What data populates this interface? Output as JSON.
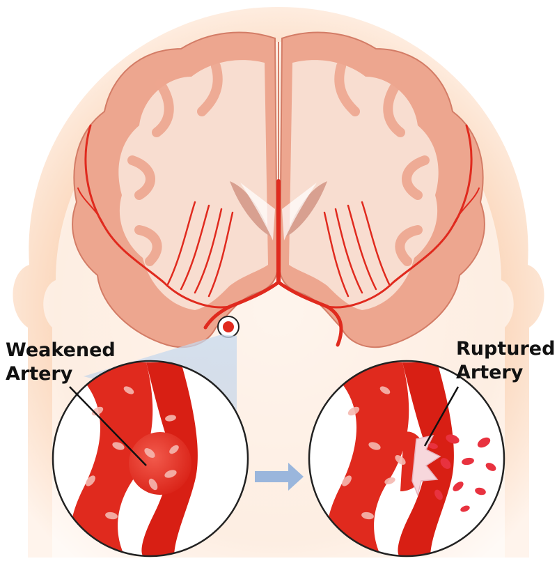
{
  "labels": {
    "weakened_line1": "Weakened",
    "weakened_line2": "Artery",
    "ruptured_line1": "Ruptured",
    "ruptured_line2": "Artery"
  },
  "colors": {
    "background": "#ffffff",
    "head_glow": "#fbd9bf",
    "brain_gray_matter": "#eda68f",
    "brain_white_matter": "#f8ddd0",
    "brain_outline": "#d37c66",
    "artery_red": "#e02a1e",
    "artery_light": "#f0574a",
    "blood_cell": "#f5b8b0",
    "magnify_beam": "#b8cfe8",
    "arrow": "#9ab6dc",
    "label_text": "#111111"
  },
  "icons": {
    "process_arrow": "right-arrow-icon"
  }
}
